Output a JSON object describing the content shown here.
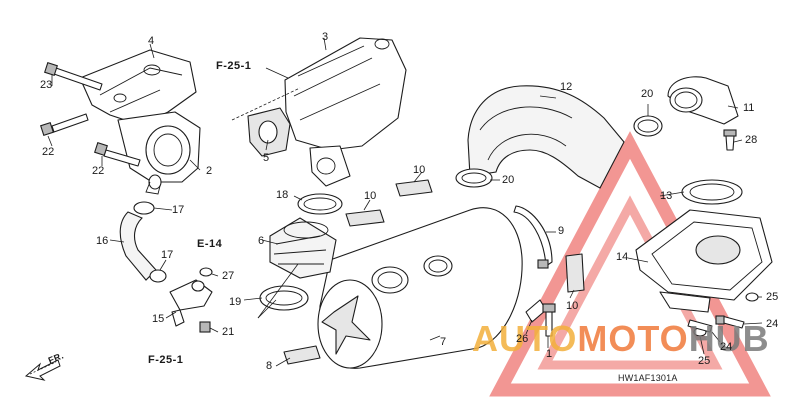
{
  "diagram": {
    "labels": {
      "p1": "1",
      "p2": "2",
      "p3": "3",
      "p4": "4",
      "p5": "5",
      "p6": "6",
      "p7": "7",
      "p8": "8",
      "p9": "9",
      "p10a": "10",
      "p10b": "10",
      "p10c": "10",
      "p11": "11",
      "p12": "12",
      "p13": "13",
      "p14": "14",
      "p15": "15",
      "p16": "16",
      "p17a": "17",
      "p17b": "17",
      "p18": "18",
      "p19": "19",
      "p20a": "20",
      "p20b": "20",
      "p21": "21",
      "p22a": "22",
      "p22b": "22",
      "p23": "23",
      "p24a": "24",
      "p24b": "24",
      "p25a": "25",
      "p25b": "25",
      "p26": "26",
      "p27": "27",
      "p28": "28"
    },
    "refs": {
      "f25_top": "F-25-1",
      "f25_bottom": "F-25-1",
      "e14": "E-14",
      "fr": "FR."
    },
    "drawing_code": "HW1AF1301A"
  },
  "watermark": {
    "part1": "AUTO",
    "part2": "MOTO",
    "part3": "HUB",
    "colors": {
      "triangle": "#e7403a",
      "auto": "#f3b03c",
      "moto": "#f07a3a",
      "hub": "#7a7a7a"
    }
  }
}
